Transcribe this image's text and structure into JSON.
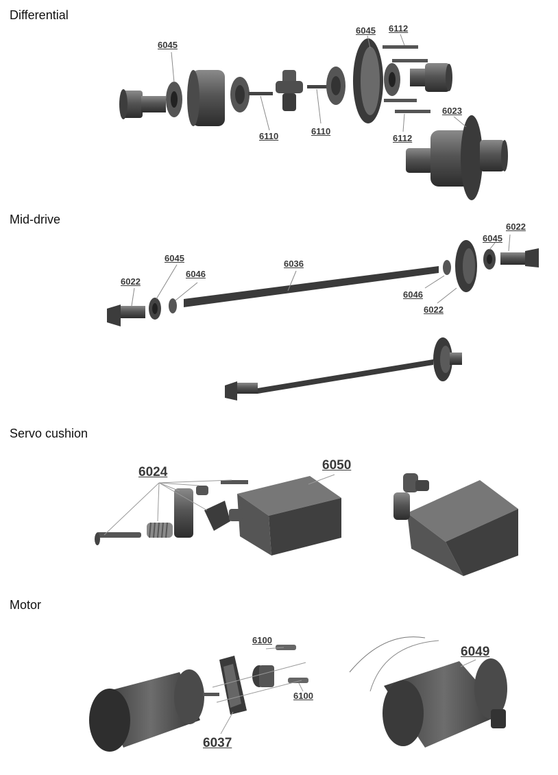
{
  "sections": {
    "differential": {
      "title": "Differential",
      "labels": [
        "6045",
        "6045",
        "6112",
        "6110",
        "6110",
        "6112",
        "6023"
      ]
    },
    "mid_drive": {
      "title": "Mid-drive",
      "labels": [
        "6045",
        "6022",
        "6046",
        "6036",
        "6022",
        "6045",
        "6046",
        "6022"
      ]
    },
    "servo_cushion": {
      "title": "Servo cushion",
      "labels": [
        "6024",
        "6050"
      ]
    },
    "motor": {
      "title": "Motor",
      "labels": [
        "6100",
        "6100",
        "6037",
        "6049"
      ]
    }
  },
  "colors": {
    "part": "#4a4a4a",
    "part_light": "#6e6e6e",
    "part_dark": "#2c2c2c",
    "leader": "#888888",
    "label": "#3a3a3a"
  }
}
